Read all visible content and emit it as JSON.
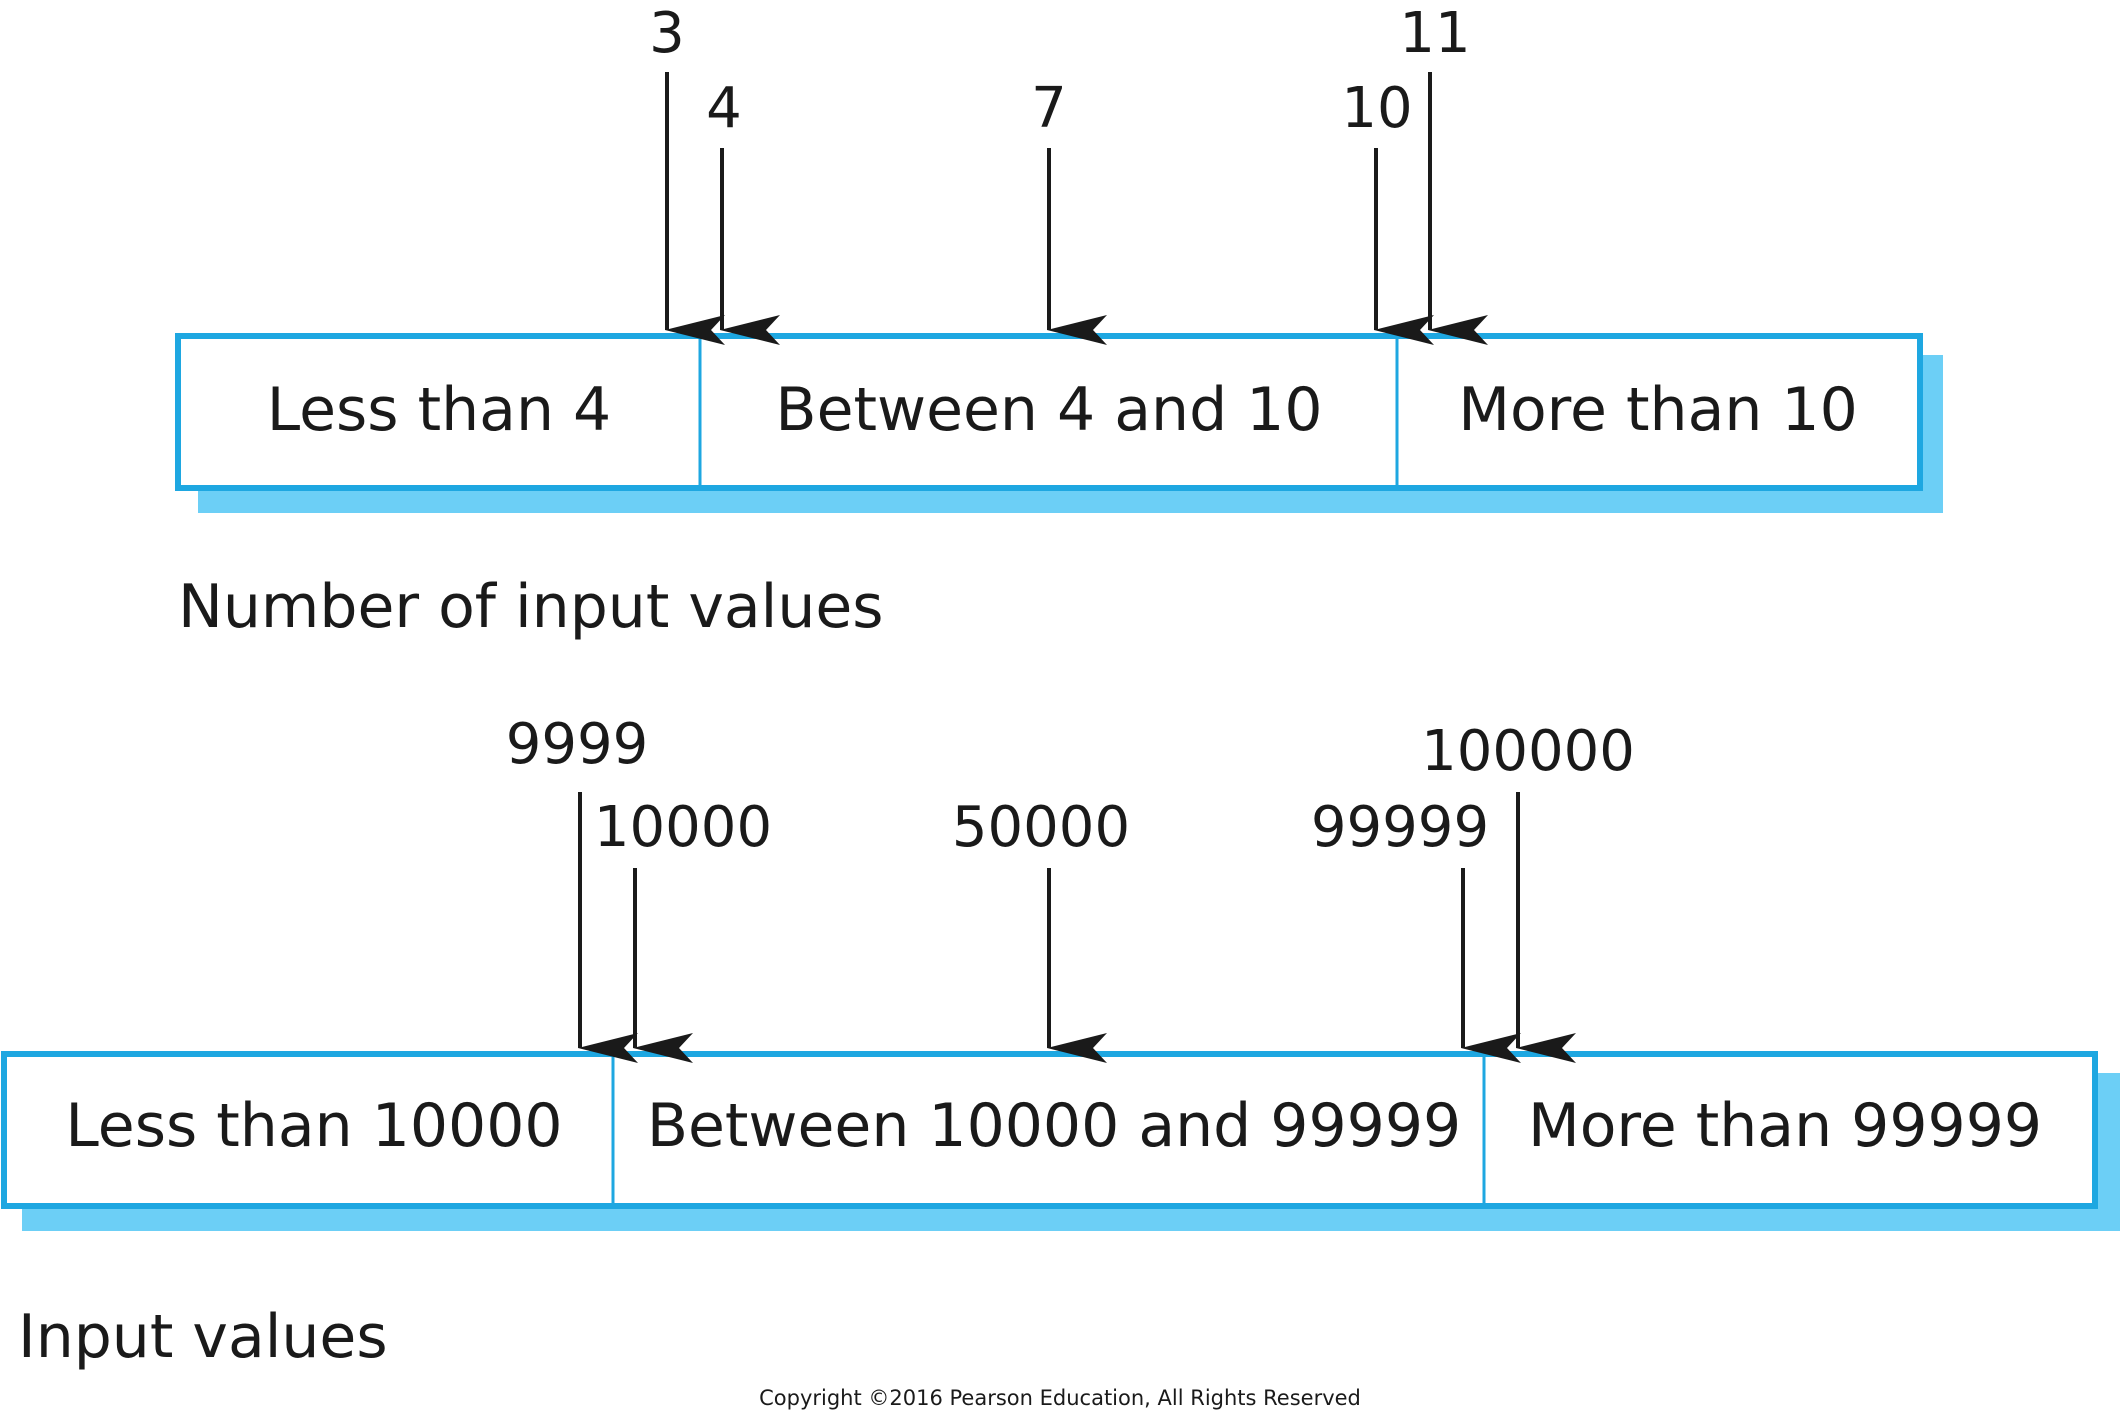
{
  "colors": {
    "box_border": "#1ea7e1",
    "box_shadow": "#6ccff6",
    "arrow": "#1a1a1a",
    "text": "#1a1a1a"
  },
  "diagrams": [
    {
      "caption": "Number of input values",
      "segments": [
        "Less than 4",
        "Between 4 and 10",
        "More than 10"
      ],
      "boundaries": [
        "3",
        "4",
        "7",
        "10",
        "11"
      ]
    },
    {
      "caption": "Input values",
      "segments": [
        "Less than 10000",
        "Between 10000 and 99999",
        "More than 99999"
      ],
      "boundaries": [
        "9999",
        "10000",
        "50000",
        "99999",
        "100000"
      ]
    }
  ],
  "copyright": "Copyright ©2016 Pearson Education, All Rights Reserved"
}
